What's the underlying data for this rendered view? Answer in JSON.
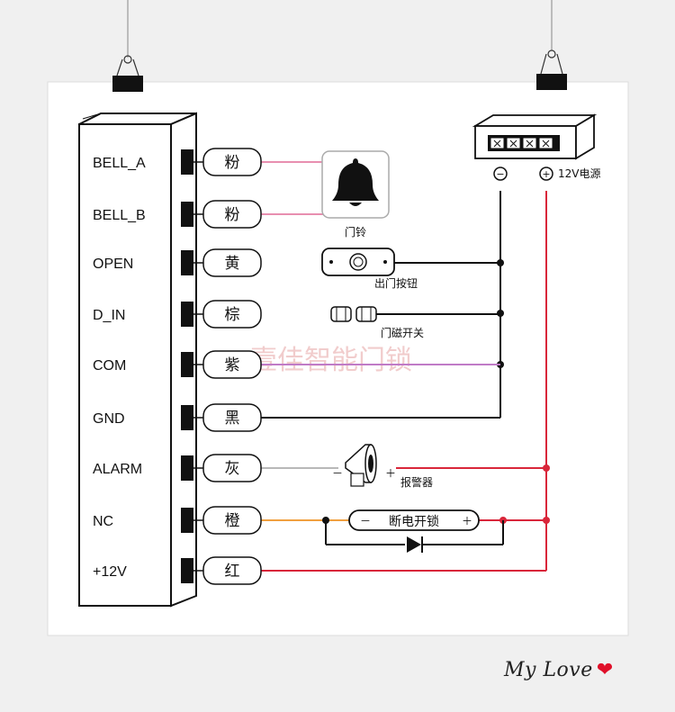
{
  "terminals": [
    {
      "label": "BELL_A",
      "wire_label": "粉",
      "wire_color": "#e88fb0"
    },
    {
      "label": "BELL_B",
      "wire_label": "粉",
      "wire_color": "#e88fb0"
    },
    {
      "label": "OPEN",
      "wire_label": "黄",
      "wire_color": "#f2e23a"
    },
    {
      "label": "D_IN",
      "wire_label": "棕",
      "wire_color": "#a0541e"
    },
    {
      "label": "COM",
      "wire_label": "紫",
      "wire_color": "#c07bc7"
    },
    {
      "label": "GND",
      "wire_label": "黑",
      "wire_color": "#111111"
    },
    {
      "label": "ALARM",
      "wire_label": "灰",
      "wire_color": "#b8b8b8"
    },
    {
      "label": "NC",
      "wire_label": "橙",
      "wire_color": "#f0a040"
    },
    {
      "label": "+12V",
      "wire_label": "红",
      "wire_color": "#d9263a"
    }
  ],
  "devices": {
    "doorbell": "门铃",
    "exit_button": "出门按钮",
    "door_sensor": "门磁开关",
    "alarm": "报警器",
    "lock": "断电开锁",
    "lock_minus": "－",
    "lock_plus": "＋",
    "alarm_minus": "－",
    "alarm_plus": "＋"
  },
  "power_supply": {
    "label": "12V电源",
    "minus_symbol": "−",
    "plus_symbol": "+"
  },
  "watermark": "壹佳智能门锁",
  "signature": "My Love",
  "colors": {
    "gnd_wire": "#111111",
    "power_wire": "#d9263a"
  }
}
